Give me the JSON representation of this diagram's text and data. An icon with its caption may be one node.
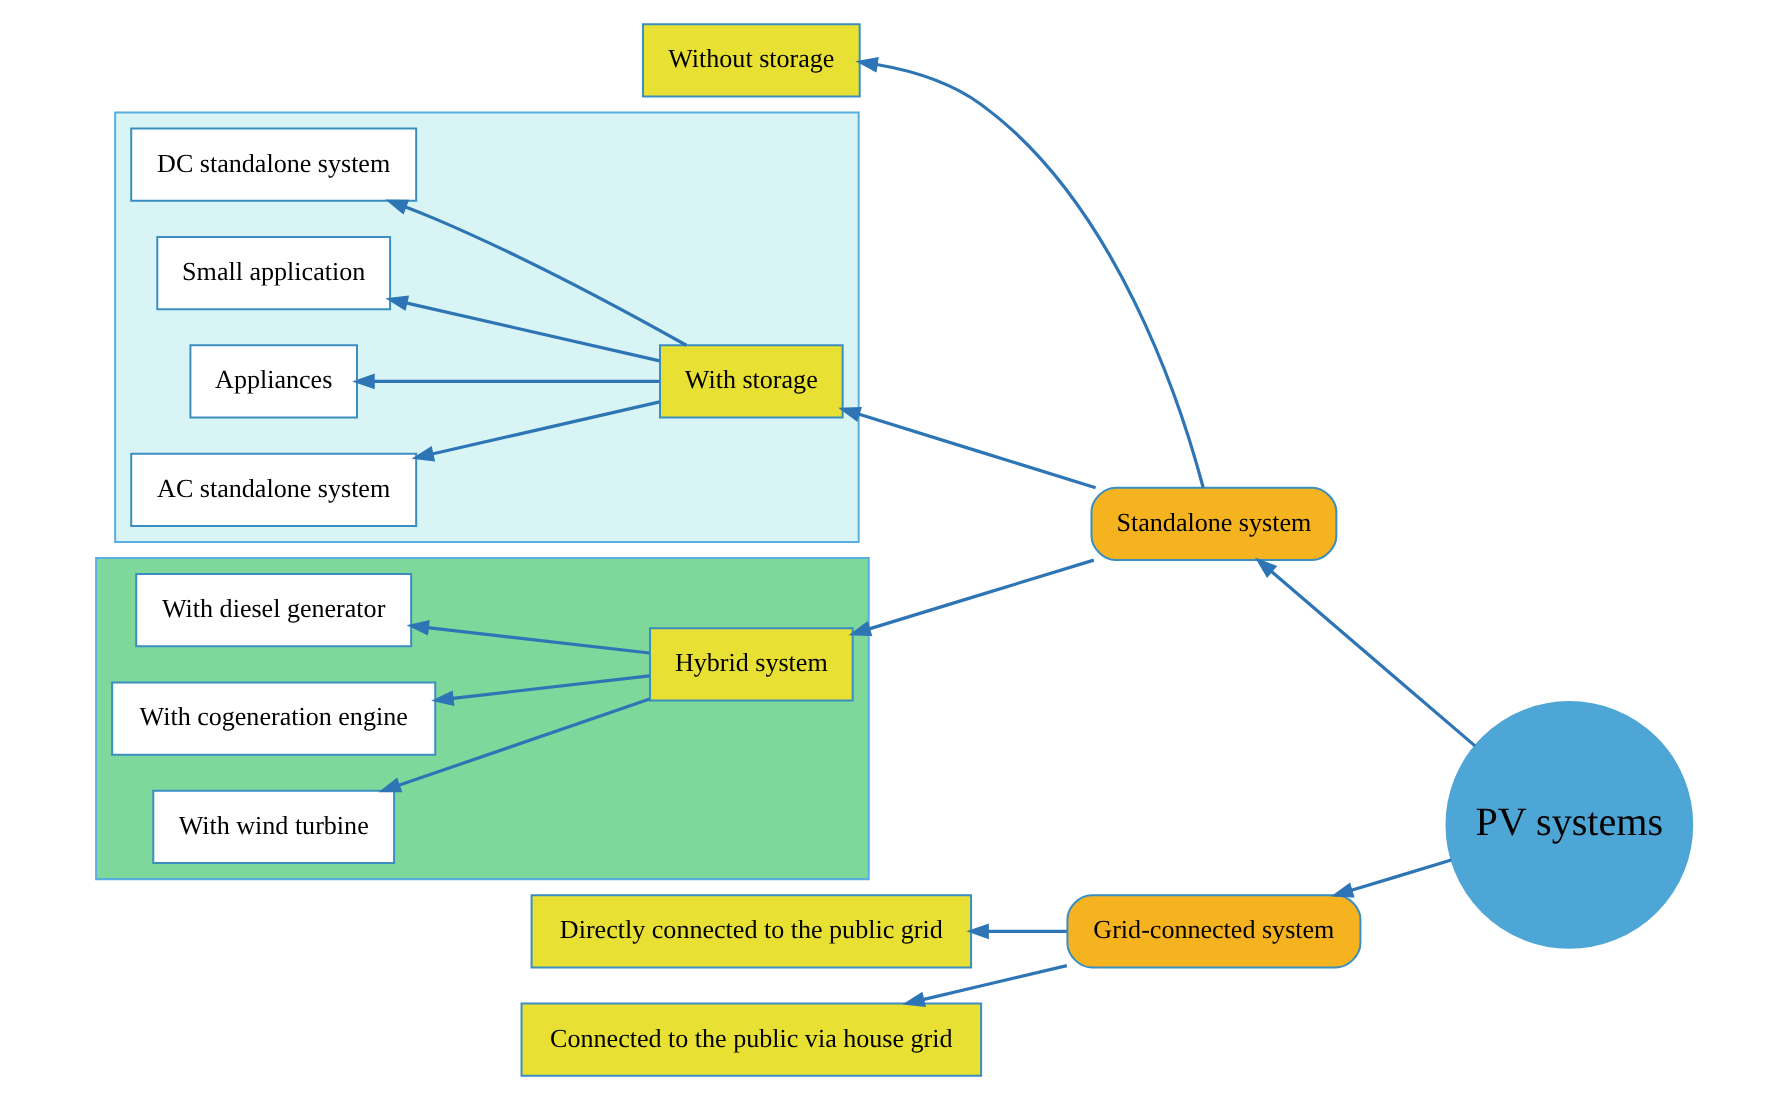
{
  "diagram": {
    "nodes": [
      {
        "text": [
          "PV systems"
        ]
      },
      {
        "text": [
          "Standalone system"
        ]
      },
      {
        "text": [
          "Grid-connected system"
        ]
      },
      {
        "text": [
          "Without storage"
        ]
      },
      {
        "text": [],
        "shape": "box"
      },
      {
        "text": [
          "With storage"
        ],
        "in": 4
      },
      {
        "text": [
          "AC standalone system"
        ],
        "in": 4
      },
      {
        "text": [
          "Appliances"
        ],
        "in": 4
      },
      {
        "text": [
          "Small application"
        ],
        "in": 4
      },
      {
        "text": [
          "DC standalone system"
        ],
        "in": 4
      },
      {
        "text": [],
        "shape": "box"
      },
      {
        "text": [
          "Hybrid system"
        ],
        "in": 10
      },
      {
        "text": [
          "With wind turbine"
        ],
        "in": 10
      },
      {
        "text": [
          "With cogeneration engine"
        ],
        "in": 10
      },
      {
        "text": [
          "With diesel generator"
        ],
        "in": 10
      },
      {
        "text": [
          "Directly connected to the public grid"
        ]
      },
      {
        "text": [
          "Connected to the public via house grid"
        ]
      }
    ],
    "edges": [
      {
        "from": 0,
        "to": 1,
        "arrow": "to"
      },
      {
        "from": 0,
        "to": 2,
        "arrow": "to"
      },
      {
        "from": 1,
        "to": 3,
        "arrow": "to"
      },
      {
        "from": 1,
        "to": 5,
        "arrow": "to"
      },
      {
        "from": 1,
        "to": 11,
        "arrow": "to"
      },
      {
        "from": 5,
        "to": 6,
        "arrow": "to"
      },
      {
        "from": 5,
        "to": 7,
        "arrow": "to"
      },
      {
        "from": 5,
        "to": 8,
        "arrow": "to"
      },
      {
        "from": 5,
        "to": 9,
        "arrow": "to"
      },
      {
        "from": 11,
        "to": 12,
        "arrow": "to"
      },
      {
        "from": 11,
        "to": 13,
        "arrow": "to"
      },
      {
        "from": 11,
        "to": 14,
        "arrow": "to"
      },
      {
        "from": 2,
        "to": 15,
        "arrow": "to"
      },
      {
        "from": 2,
        "to": 16,
        "arrow": "to"
      }
    ]
  }
}
